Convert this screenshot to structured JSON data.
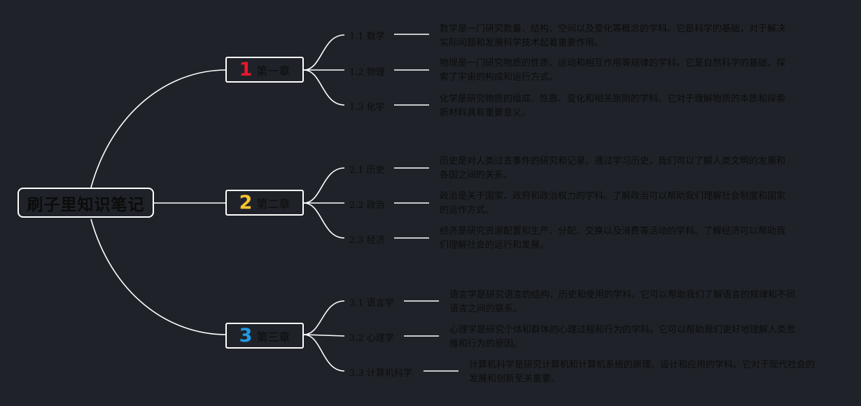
{
  "root": {
    "title": "刷子里知识笔记"
  },
  "chapters": [
    {
      "number": "1",
      "number_color": "#e8162c",
      "title": "第一章",
      "topics": [
        {
          "label": "1.1 数学",
          "description": "数学是一门研究数量、结构、空间以及变化等概念的学科。它是科学的基础，对于解决实际问题和发展科学技术起着重要作用。"
        },
        {
          "label": "1.2 物理",
          "description": "物理是一门研究物质的性质、运动和相互作用等规律的学科。它是自然科学的基础，探索了宇宙的构成和运行方式。"
        },
        {
          "label": "1.3 化学",
          "description": "化学是研究物质的组成、性质、变化和相关原则的学科。它对于理解物质的本质和探索新材料具有重要意义。"
        }
      ]
    },
    {
      "number": "2",
      "number_color": "#f5c32d",
      "title": "第二章",
      "topics": [
        {
          "label": "2.1 历史",
          "description": "历史是对人类过去事件的研究和记录。通过学习历史，我们可以了解人类文明的发展和各国之间的关系。"
        },
        {
          "label": "2.2 政治",
          "description": "政治是关于国家、政府和政治权力的学科。了解政治可以帮助我们理解社会制度和国家的运作方式。"
        },
        {
          "label": "2.3 经济",
          "description": "经济是研究资源配置和生产、分配、交换以及消费等活动的学科。了解经济可以帮助我们理解社会的运行和发展。"
        }
      ]
    },
    {
      "number": "3",
      "number_color": "#1e9be6",
      "title": "第三章",
      "topics": [
        {
          "label": "3.1 语言学",
          "description": "语言学是研究语言的结构、历史和使用的学科。它可以帮助我们了解语言的规律和不同语言之间的联系。"
        },
        {
          "label": "3.2 心理学",
          "description": "心理学是研究个体和群体的心理过程和行为的学科。它可以帮助我们更好地理解人类思维和行为的原因。"
        },
        {
          "label": "3.3 计算机科学",
          "description": "计算机科学是研究计算机和计算机系统的原理、设计和应用的学科。它对于现代社会的发展和创新至关重要。"
        }
      ]
    }
  ]
}
